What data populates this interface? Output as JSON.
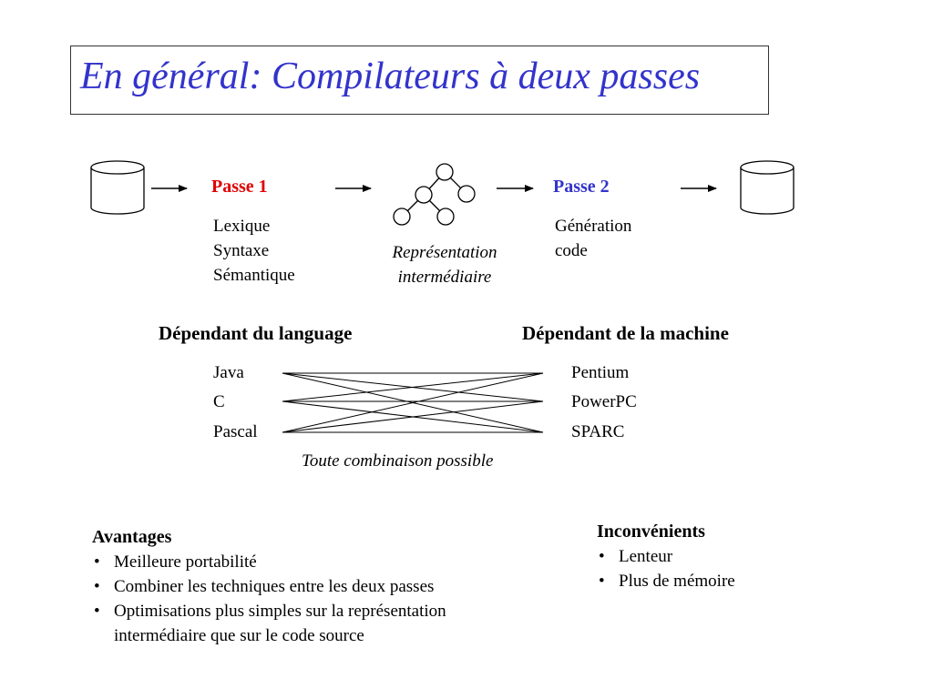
{
  "title": "En général: Compilateurs à deux passes",
  "colors": {
    "title": "#3333cc",
    "pass1": "#e00000",
    "pass2": "#3333cc"
  },
  "pipeline": {
    "pass1": {
      "title": "Passe 1",
      "lines": [
        "Lexique",
        "Syntaxe",
        "Sémantique"
      ]
    },
    "ir": {
      "lines": [
        "Représentation",
        "intermédiaire"
      ]
    },
    "pass2": {
      "title": "Passe 2",
      "lines": [
        "Génération",
        "code"
      ]
    }
  },
  "dependencies": {
    "language": {
      "heading": "Dépendant du language",
      "items": [
        "Java",
        "C",
        "Pascal"
      ]
    },
    "machine": {
      "heading": "Dépendant de la machine",
      "items": [
        "Pentium",
        "PowerPC",
        "SPARC"
      ]
    },
    "caption": "Toute combinaison possible"
  },
  "advantages": {
    "heading": "Avantages",
    "items": [
      "Meilleure portabilité",
      "Combiner les techniques entre les deux passes",
      "Optimisations plus simples sur la représentation intermédiaire que sur le code source"
    ]
  },
  "disadvantages": {
    "heading": "Inconvénients",
    "items": [
      "Lenteur",
      "Plus de mémoire"
    ]
  }
}
